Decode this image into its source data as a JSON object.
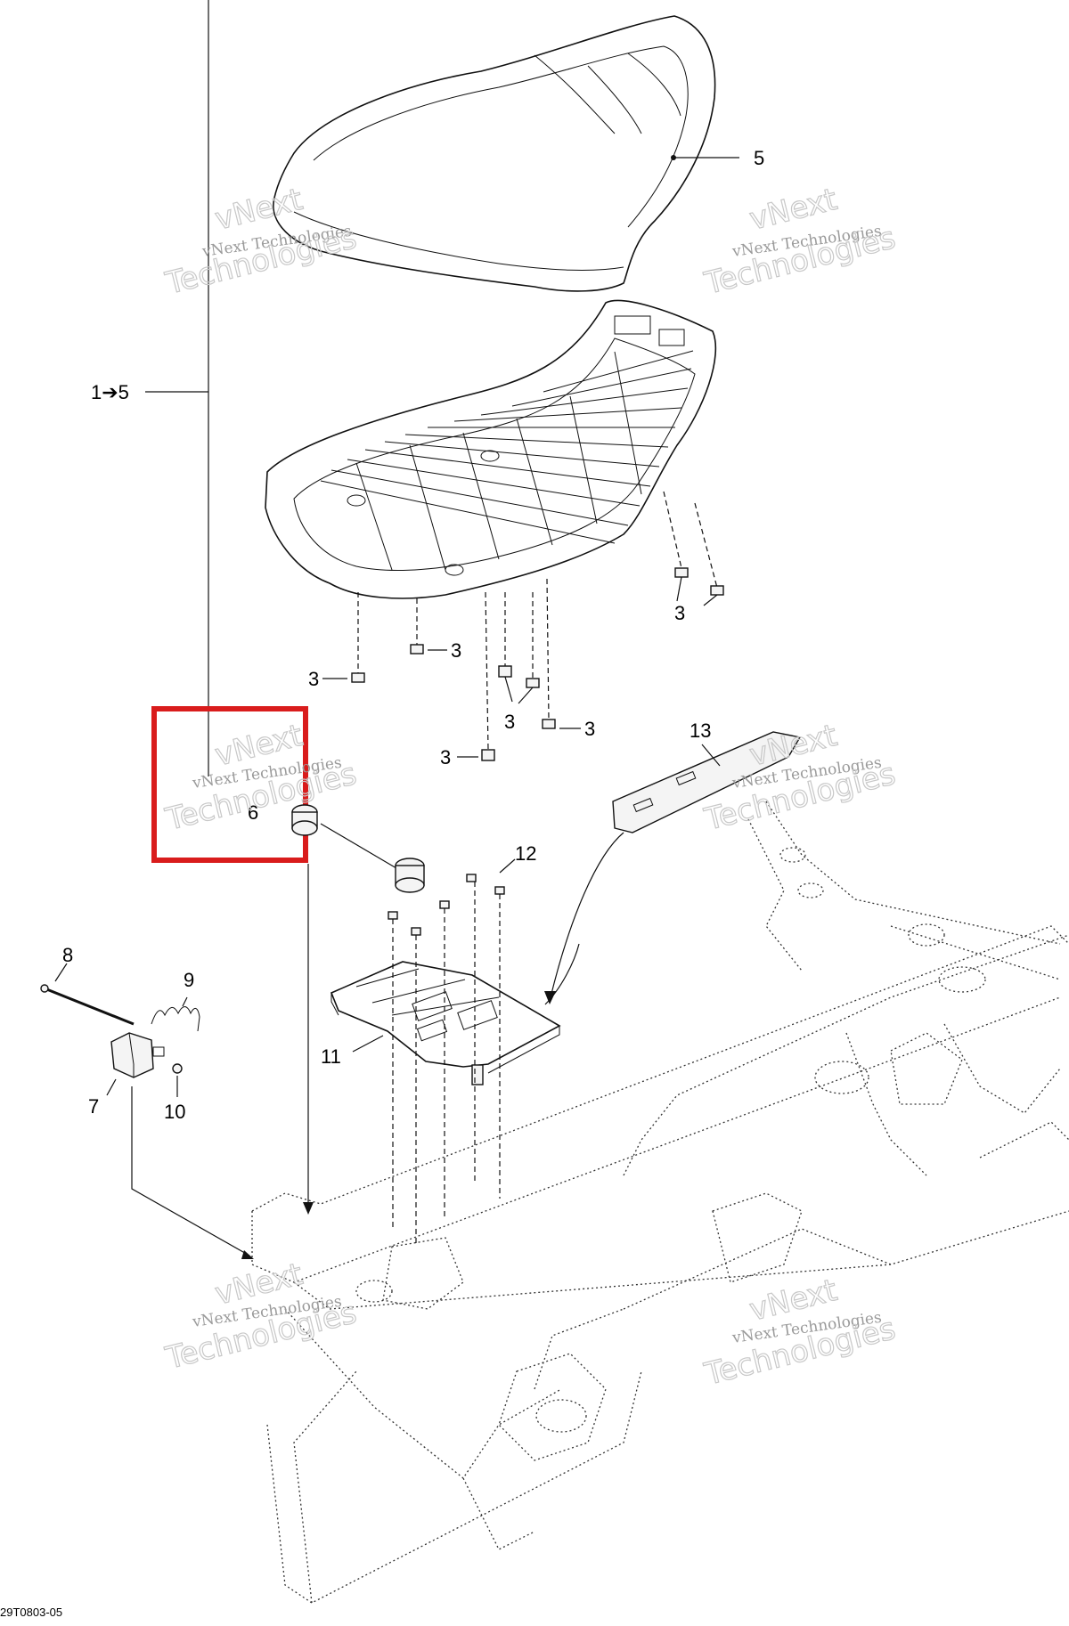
{
  "figure_code": "29T0803-05",
  "watermark": {
    "line1": "vNext",
    "line2": "Technologies",
    "combined": "vNext Technologies"
  },
  "callouts": {
    "group_range": "1➔5",
    "seat_cover": "5",
    "fastener": "3",
    "item_6": "6",
    "item_7": "7",
    "item_8": "8",
    "item_9": "9",
    "item_10": "10",
    "item_11": "11",
    "item_12": "12",
    "item_13": "13"
  },
  "highlight_color": "#d91c1c",
  "line_color": "#111111",
  "watermark_color": "#9a9a9a"
}
